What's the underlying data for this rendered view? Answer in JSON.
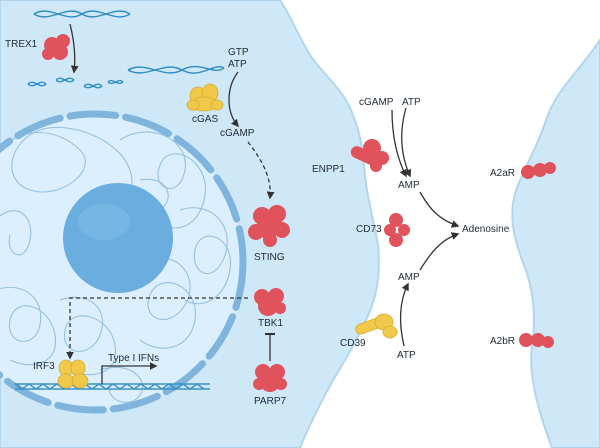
{
  "labels": {
    "trex1": "TREX1",
    "gtp": "GTP",
    "atp_top": "ATP",
    "cgas": "cGAS",
    "cgamp_left": "cGAMP",
    "sting": "STING",
    "tbk1": "TBK1",
    "parp7": "PARP7",
    "irf3": "IRF3",
    "type1ifn": "Type I IFNs",
    "enpp1": "ENPP1",
    "cd73": "CD73",
    "cd39": "CD39",
    "cgamp_right": "cGAMP",
    "atp_right_top": "ATP",
    "amp_top": "AMP",
    "amp_bottom": "AMP",
    "atp_bottom": "ATP",
    "adenosine": "Adenosine",
    "a2ar": "A2aR",
    "a2br": "A2bR"
  },
  "colors": {
    "cytoplasm": "#cfe8f7",
    "nucleus": "#dcefff",
    "envelope": "#7fb4dc",
    "nucleolus": "#6aaedf",
    "dna": "#3a92c6",
    "protein_red": "#e0525c",
    "protein_yellow": "#f1c94a",
    "arrow": "#333333"
  }
}
